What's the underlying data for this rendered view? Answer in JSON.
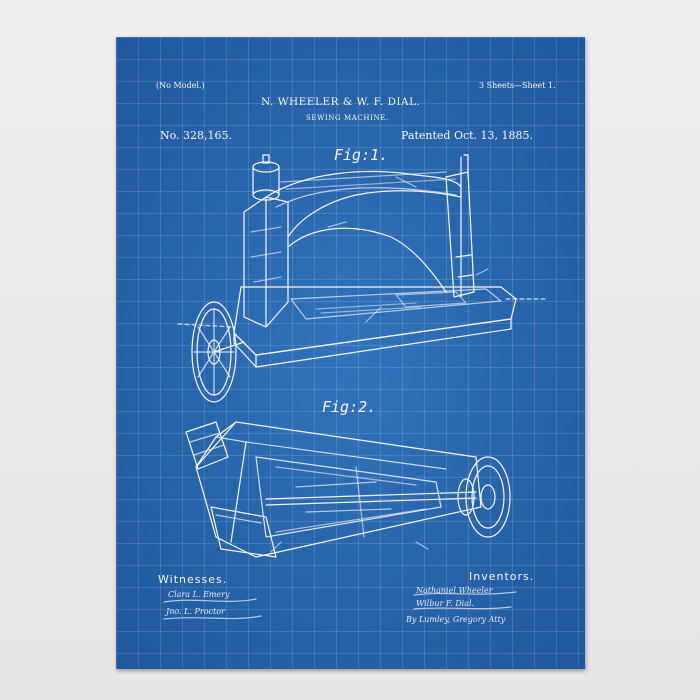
{
  "patent": {
    "no_model": "(No Model.)",
    "sheets": "3 Sheets—Sheet 1.",
    "inventors_title": "N. WHEELER & W. F. DIAL.",
    "subject": "SEWING MACHINE.",
    "number": "No. 328,165.",
    "patented": "Patented Oct. 13, 1885.",
    "fig1_label": "Fig:1.",
    "fig2_label": "Fig:2.",
    "witnesses_label": "Witnesses.",
    "witness_1": "Clara L. Emery",
    "witness_2": "Jno. L. Proctor",
    "inventors_label": "Inventors.",
    "inventor_1": "Nathaniel Wheeler",
    "inventor_2": "Wilbur F. Dial.",
    "attorney": "By Lumley, Gregory Atty"
  },
  "colors": {
    "background": "#e9e9e9",
    "blueprint": "#2a6cb4",
    "ink": "#f3f7fc"
  }
}
